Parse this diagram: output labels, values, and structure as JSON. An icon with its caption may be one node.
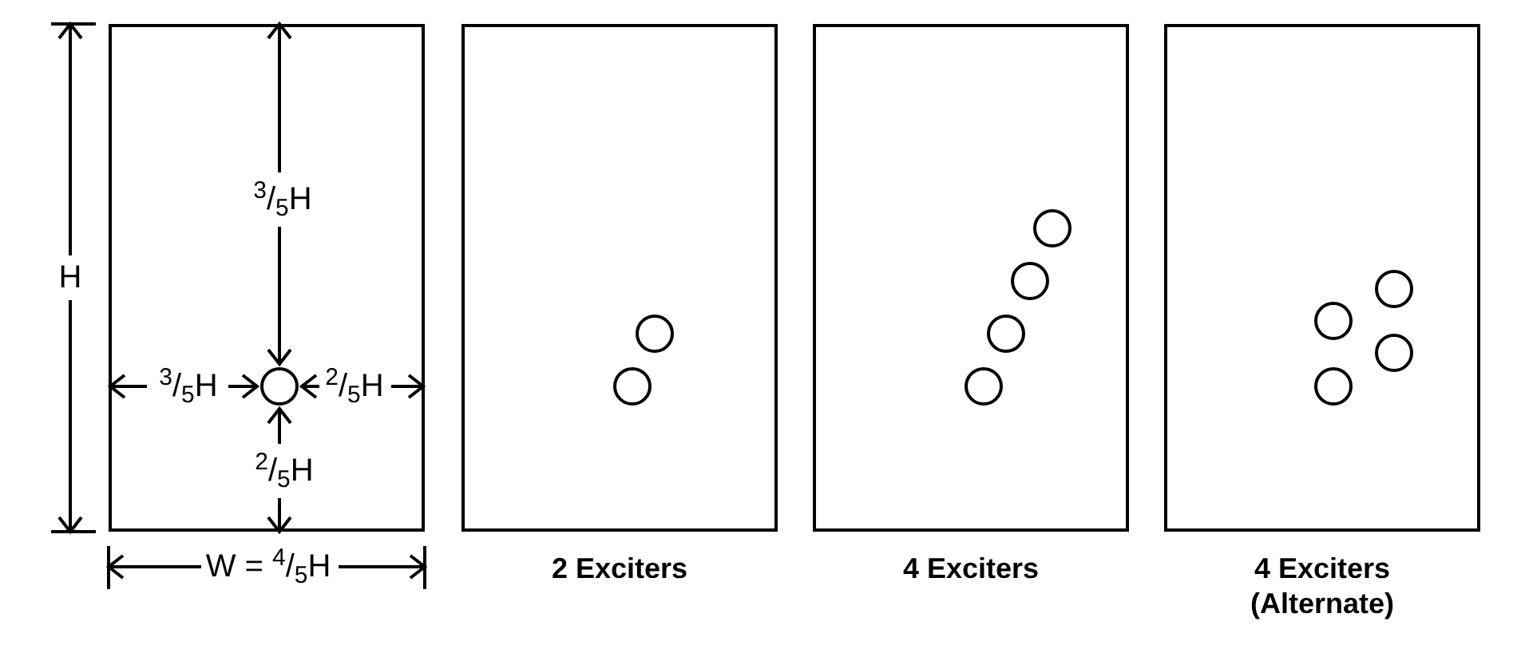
{
  "diagram": {
    "nodes": [
      {
        "text": [],
        "shape": "box"
      },
      {
        "text": [],
        "shape": "circle",
        "in": 0
      },
      {
        "text": [],
        "shape": "box",
        "beside": [
          "2 Exciters"
        ]
      },
      {
        "text": [],
        "shape": "circle",
        "in": 2
      },
      {
        "text": [],
        "shape": "circle",
        "in": 2
      },
      {
        "text": [],
        "shape": "box",
        "beside": [
          "4 Exciters"
        ]
      },
      {
        "text": [],
        "shape": "circle",
        "in": 5
      },
      {
        "text": [],
        "shape": "circle",
        "in": 5
      },
      {
        "text": [],
        "shape": "circle",
        "in": 5
      },
      {
        "text": [],
        "shape": "circle",
        "in": 5
      },
      {
        "text": [],
        "shape": "box",
        "beside": [
          "4 Exciters (Alternate)"
        ]
      },
      {
        "text": [],
        "shape": "circle",
        "in": 10
      },
      {
        "text": [],
        "shape": "circle",
        "in": 10
      },
      {
        "text": [],
        "shape": "circle",
        "in": 10
      },
      {
        "text": [],
        "shape": "circle",
        "in": 10
      }
    ],
    "edges": [],
    "labels": [
      "$^{3}$/$_{5}$H",
      "H",
      "$^{3}$/$_{5}$H",
      "$^{2}$/$_{5}$H",
      "$^{2}$/$_{5}$H",
      "W = $^{4}$/$_{5}$H"
    ]
  }
}
